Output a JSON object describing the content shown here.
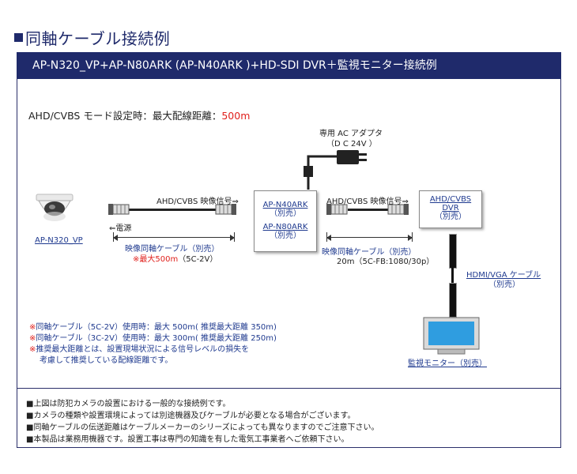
{
  "heading": "同軸ケーブル接続例",
  "banner": "AP-N320_VP+AP-N80ARK (AP-N40ARK )+HD-SDI DVR＋監視モニター接続例",
  "max_distance": {
    "label": "AHD/CVBS モード設定時：最大配線距離：",
    "value": "500m"
  },
  "camera": {
    "label": "AP-N320_VP"
  },
  "adapter": {
    "line1": "専用 AC アダプタ",
    "line2": "（D C 24V ）"
  },
  "cable1": {
    "signal": "AHD/CVBS 映像信号⇒",
    "power": "⇐電源",
    "name": "映像同軸ケーブル（別売）",
    "max_prefix": "※最大500m",
    "spec": "（5C-2V）"
  },
  "ark_box": {
    "model1": "AP-N40ARK",
    "sold1": "（別売）",
    "model2": "AP-N80ARK",
    "sold2": "（別売）"
  },
  "cable2": {
    "signal": "AHD/CVBS 映像信号⇒",
    "name": "映像同軸ケーブル（別売）",
    "spec": "20m（5C-FB:1080/30p）"
  },
  "dvr_box": {
    "model1": "AHD/CVBS",
    "model2": "DVR",
    "sold": "（別売）"
  },
  "hdmi": {
    "name": "HDMI/VGA ケーブル",
    "sold": "（別売）"
  },
  "monitor": {
    "label": "監視モニター（別売）"
  },
  "notes": [
    {
      "mark": "※",
      "text": "同軸ケーブル（5C-2V）使用時：最大 500m( 推奨最大距離 350m)"
    },
    {
      "mark": "※",
      "text": "同軸ケーブル（3C-2V）使用時：最大 300m( 推奨最大距離 250m)"
    },
    {
      "mark": "※",
      "text": "推奨最大距離とは、設置現場状況による信号レベルの損失を"
    },
    {
      "mark": "",
      "text": "考慮して推奨している配線距離です。"
    }
  ],
  "footer": [
    "■上図は防犯カメラの設置における一般的な接続例です。",
    "■カメラの種類や設置環境によっては別途機器及びケーブルが必要となる場合がございます。",
    "■同軸ケーブルの伝送距離はケーブルメーカーのシリーズによっても異なりますのでご注意下さい。",
    "■本製品は業務用機器です。設置工事は専門の知識を有した電気工事業者へご依頼下さい。"
  ],
  "colors": {
    "navy": "#1f2a6b",
    "link_blue": "#1f3a8f",
    "red": "#e0201c"
  }
}
